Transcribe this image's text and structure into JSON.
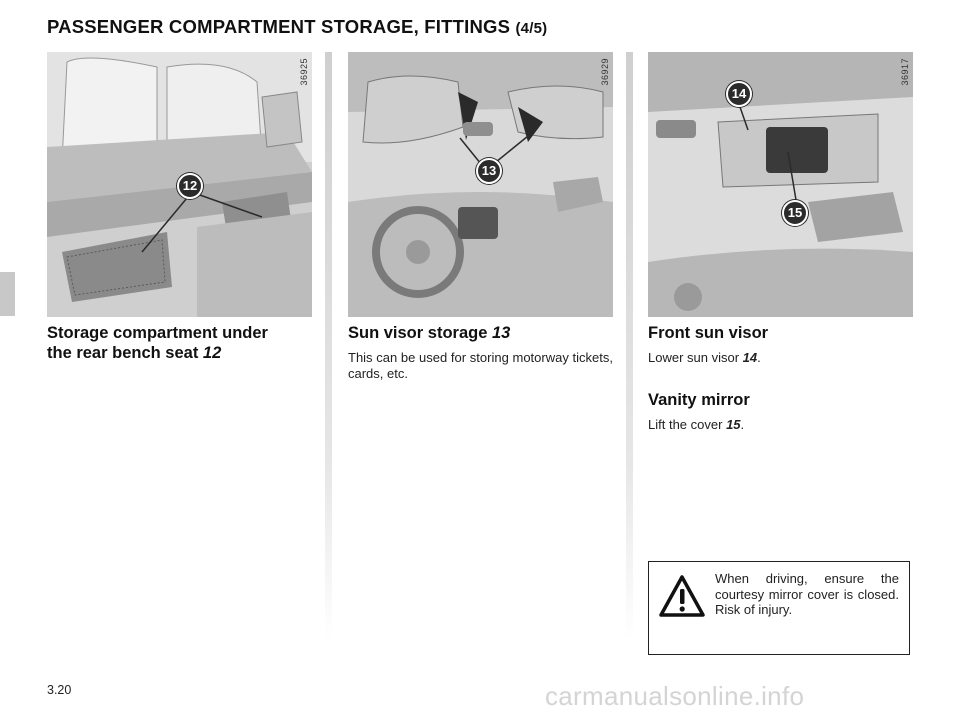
{
  "header": {
    "title": "PASSENGER COMPARTMENT STORAGE, FITTINGS",
    "page_fraction": "(4/5)"
  },
  "columns": [
    {
      "photo_code": "36925",
      "callouts": [
        "12"
      ],
      "heading_lines": [
        "Storage compartment under",
        "the rear bench seat"
      ],
      "heading_ref": "12"
    },
    {
      "photo_code": "36929",
      "callouts": [
        "13"
      ],
      "heading": "Sun visor storage",
      "heading_ref": "13",
      "body": "This can be used for storing motorway tickets, cards, etc."
    },
    {
      "photo_code": "36917",
      "callouts": [
        "14",
        "15"
      ],
      "sections": [
        {
          "heading": "Front sun visor",
          "text": "Lower sun visor",
          "ref": "14",
          "end": "."
        },
        {
          "heading": "Vanity mirror",
          "text": "Lift the cover",
          "ref": "15",
          "end": "."
        }
      ]
    }
  ],
  "warning": {
    "icon": "warning-triangle-icon",
    "text": "When driving, ensure the courtesy mirror cover is closed. Risk of injury."
  },
  "footer": {
    "page_number": "3.20",
    "watermark": "carmanualsonline.info"
  }
}
